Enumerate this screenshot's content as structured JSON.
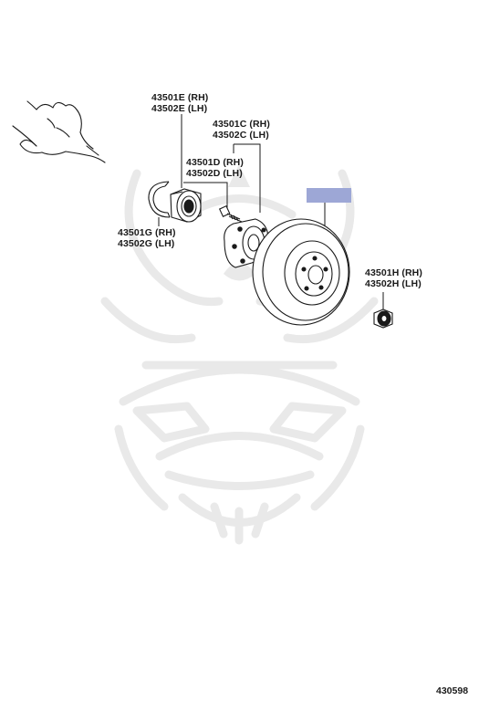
{
  "callouts": {
    "bearing": {
      "rh": "43501E (RH)",
      "lh": "43502E (LH)"
    },
    "hub": {
      "rh": "43501C (RH)",
      "lh": "43502C (LH)"
    },
    "bolt": {
      "rh": "43501D (RH)",
      "lh": "43502D (LH)"
    },
    "snap_ring": {
      "rh": "43501G (RH)",
      "lh": "43502G (LH)"
    },
    "nut": {
      "rh": "43501H (RH)",
      "lh": "43502H (LH)"
    }
  },
  "diagram_code": "430598",
  "colors": {
    "line": "#1a1a1a",
    "watermark": "#e9e9e9",
    "highlight_box": "#9da7d6"
  },
  "icons": [
    "pointing-hand-icon",
    "watermark-logo-icon"
  ]
}
